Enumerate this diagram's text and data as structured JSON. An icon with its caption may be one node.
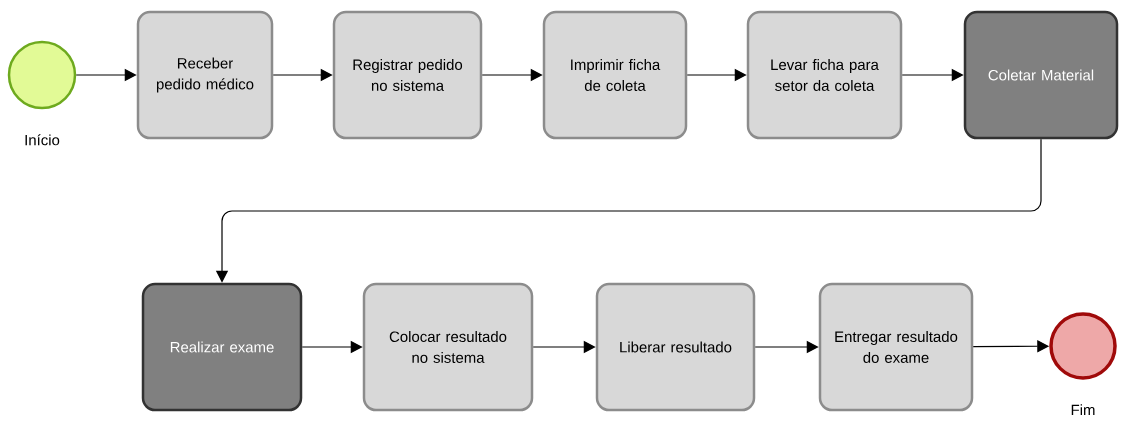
{
  "diagram": {
    "nodes": [
      {
        "text": [],
        "shape": "circle",
        "beside": [
          "Início"
        ]
      },
      {
        "text": [
          "Receber pedido médico"
        ]
      },
      {
        "text": [
          "Registrar pedido no sistema"
        ]
      },
      {
        "text": [
          "Imprimir ficha de coleta"
        ]
      },
      {
        "text": [
          "Levar ficha para setor da coleta"
        ]
      },
      {
        "text": [
          "Coletar Material"
        ]
      },
      {
        "text": [
          "Realizar exame"
        ]
      },
      {
        "text": [
          "Colocar resultado no sistema"
        ]
      },
      {
        "text": [
          "Liberar resultado"
        ]
      },
      {
        "text": [
          "Entregar resultado do exame"
        ]
      },
      {
        "text": [],
        "shape": "circle",
        "beside": [
          "Fim"
        ]
      }
    ],
    "edges": [
      {
        "from": 0,
        "to": 1,
        "arrow": "to"
      },
      {
        "from": 1,
        "to": 2,
        "arrow": "to"
      },
      {
        "from": 2,
        "to": 3,
        "arrow": "to"
      },
      {
        "from": 3,
        "to": 4,
        "arrow": "to"
      },
      {
        "from": 4,
        "to": 5,
        "arrow": "to"
      },
      {
        "from": 5,
        "to": 6,
        "arrow": "to"
      },
      {
        "from": 6,
        "to": 7,
        "arrow": "to"
      },
      {
        "from": 7,
        "to": 8,
        "arrow": "to"
      },
      {
        "from": 8,
        "to": 9,
        "arrow": "to"
      },
      {
        "from": 9,
        "to": 10,
        "arrow": "to"
      }
    ]
  }
}
